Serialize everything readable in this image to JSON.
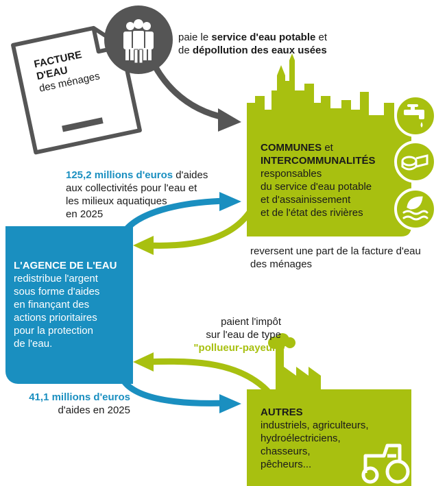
{
  "invoice": {
    "title_line1": "FACTURE",
    "title_line2": "D'EAU",
    "subtitle": "des ménages"
  },
  "payment_note": {
    "text1": "paie le ",
    "bold1": "service d'eau potable",
    "text2": " et",
    "text3": "de ",
    "bold2": "dépollution des eaux usées"
  },
  "communes": {
    "title_bold1": "COMMUNES",
    "title_text": " et",
    "title_bold2": "INTERCOMMUNALITÉS",
    "desc_lines": [
      "responsables",
      "du service d'eau potable",
      "et d'assainissement",
      "et de l'état des rivières"
    ]
  },
  "reversent": {
    "line1": "reversent une part de la facture d'eau",
    "line2": "des ménages"
  },
  "aid_top": {
    "amount": "125,2 millions d'euros",
    "text_after": " d'aides",
    "line2": "aux collectivités pour l'eau et",
    "line3": "les milieux aquatiques",
    "line4": "en 2025"
  },
  "agency": {
    "title": "L'AGENCE DE L'EAU",
    "lines": [
      "redistribue l'argent",
      "sous forme d'aides",
      "en finançant des",
      "actions prioritaires",
      "pour la protection",
      "de l'eau."
    ]
  },
  "tax_note": {
    "line1": "paient l'impôt",
    "line2": "sur l'eau de type",
    "highlight": "\"pollueur-payeur\""
  },
  "aid_bottom": {
    "amount": "41,1 millions d'euros",
    "line2": "d'aides en 2025"
  },
  "autres": {
    "title": "AUTRES",
    "lines": [
      "industriels, agriculteurs,",
      "hydroélectriciens,",
      "chasseurs,",
      "pêcheurs..."
    ]
  },
  "colors": {
    "blue": "#1a8fc0",
    "lime": "#a8c010",
    "grey": "#555555"
  },
  "icons": [
    "people-icon",
    "tap-icon",
    "pipe-icon",
    "river-leaf-icon",
    "factory-icon",
    "tractor-icon"
  ]
}
